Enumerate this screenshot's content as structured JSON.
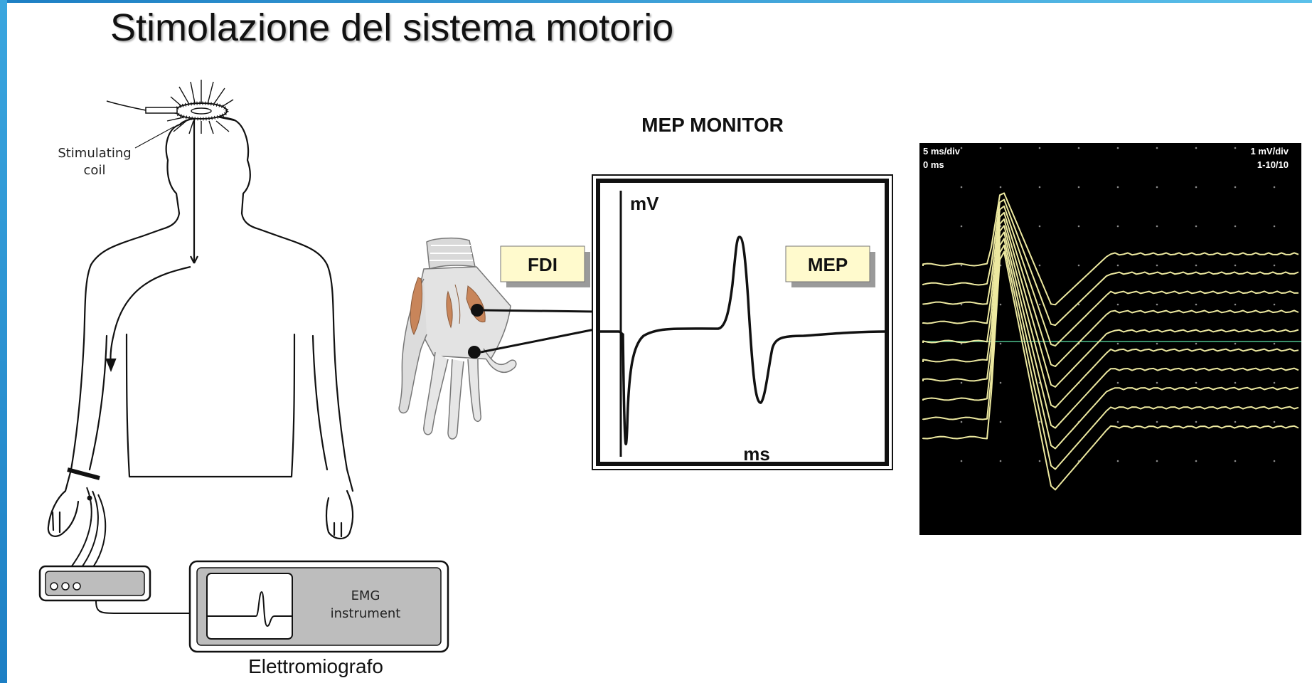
{
  "title": "Stimolazione del sistema motorio",
  "labels": {
    "stimulating_coil_line1": "Stimulating",
    "stimulating_coil_line2": "coil",
    "emg_line1": "EMG",
    "emg_line2": "instrument",
    "elettromiografo": "Elettromiografo"
  },
  "mep_monitor": {
    "title": "MEP MONITOR",
    "y_unit": "mV",
    "x_unit": "ms",
    "muscle_box": "FDI",
    "response_box": "MEP"
  },
  "oscilloscope": {
    "time_scale": "5 ms/div",
    "offset": "0 ms",
    "amplitude_scale": "1 mV/div",
    "sweeps": "1-10/10",
    "trace_count": 10
  },
  "colors": {
    "frame_accent": "#1d7fc4",
    "label_box_fill": "#fffacd",
    "scope_background": "#000000",
    "scope_trace": "#ede9a0",
    "scope_baseline": "#3a8f6a",
    "muscle": "#c8855a"
  }
}
